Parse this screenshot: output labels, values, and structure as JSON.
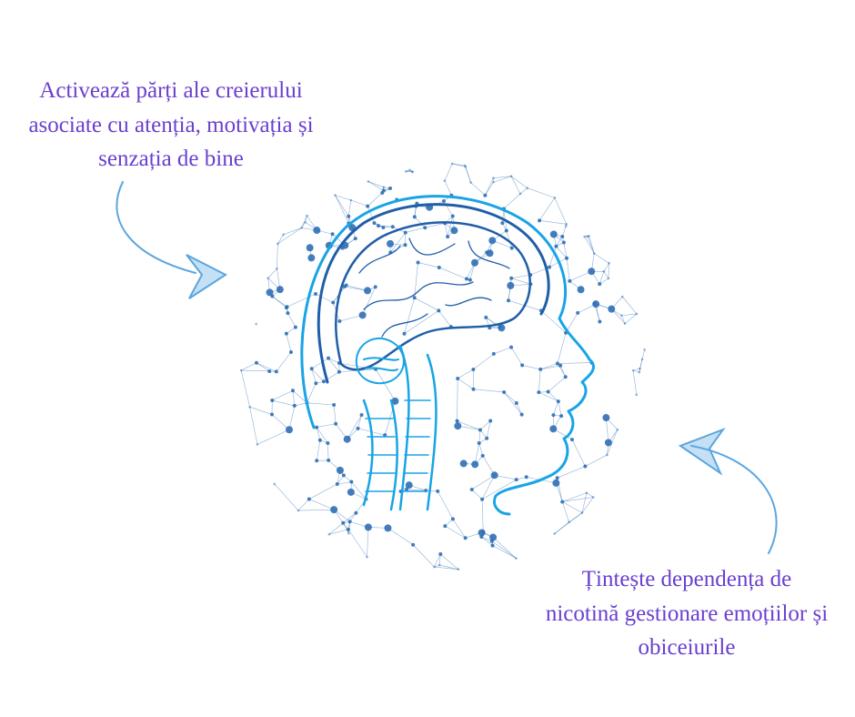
{
  "captions": {
    "left": {
      "lines": [
        "Activează părți ale creierului",
        "asociate cu atenția, motivația și",
        "senzația de bine"
      ]
    },
    "right": {
      "lines": [
        "Țintește dependența de",
        "nicotină gestionare emoțiilor și",
        "obiceiurile"
      ]
    }
  },
  "colors": {
    "text": "#6a3fcf",
    "network": "#2f6fb5",
    "brain_dark": "#1f5ea8",
    "brain_light": "#18a4e6",
    "arrow": "#5aa6e0"
  }
}
